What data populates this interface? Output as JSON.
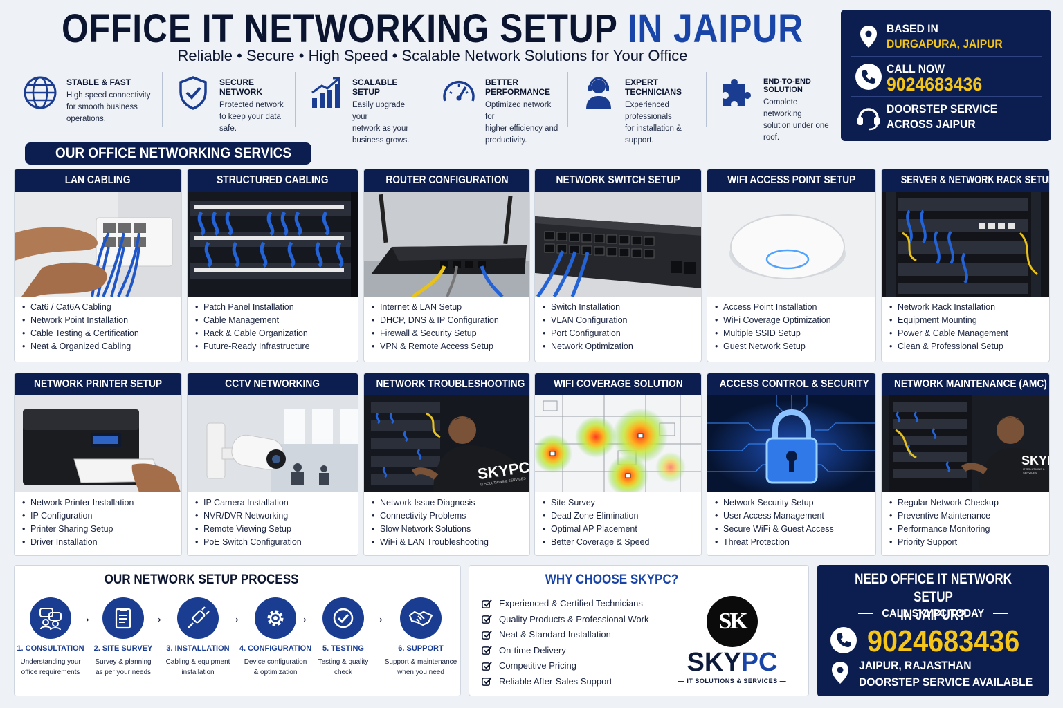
{
  "header": {
    "title_main": "OFFICE IT NETWORKING SETUP",
    "title_highlight": "IN JAIPUR",
    "subtitle": "Reliable • Secure • High Speed • Scalable Network Solutions for Your Office"
  },
  "features": [
    {
      "icon": "globe-icon",
      "title": "STABLE & FAST",
      "desc": [
        "High speed connectivity",
        "for smooth business",
        "operations."
      ]
    },
    {
      "icon": "shield-check-icon",
      "title": "SECURE NETWORK",
      "desc": [
        "Protected network",
        "to keep your data",
        "safe."
      ]
    },
    {
      "icon": "growth-chart-icon",
      "title": "SCALABLE SETUP",
      "desc": [
        "Easily upgrade your",
        "network as your",
        "business grows."
      ]
    },
    {
      "icon": "speedometer-icon",
      "title": "BETTER PERFORMANCE",
      "desc": [
        "Optimized network for",
        "higher efficiency and",
        "productivity."
      ]
    },
    {
      "icon": "technician-headset-icon",
      "title": "EXPERT TECHNICIANS",
      "desc": [
        "Experienced professionals",
        "for installation &",
        "support."
      ]
    },
    {
      "icon": "puzzle-icon",
      "title": "END-TO-END SOLUTION",
      "desc": [
        "Complete networking",
        "solution under one",
        "roof."
      ]
    }
  ],
  "contact": {
    "based_label": "BASED IN",
    "based_value": "DURGAPURA, JAIPUR",
    "call_label": "CALL NOW",
    "call_value": "9024683436",
    "doorstep_line1": "DOORSTEP SERVICE",
    "doorstep_line2": "ACROSS JAIPUR"
  },
  "services_heading": "OUR OFFICE NETWORKING SERVICS",
  "services": [
    {
      "title": "LAN CABLING",
      "items": [
        "Cat6 / Cat6A Cabling",
        "Network Point Installation",
        "Cable Testing & Certification",
        "Neat & Organized Cabling"
      ]
    },
    {
      "title": "STRUCTURED CABLING",
      "items": [
        "Patch Panel Installation",
        "Cable Management",
        "Rack & Cable Organization",
        "Future-Ready Infrastructure"
      ]
    },
    {
      "title": "ROUTER CONFIGURATION",
      "items": [
        "Internet & LAN Setup",
        "DHCP, DNS & IP Configuration",
        "Firewall & Security Setup",
        "VPN & Remote Access Setup"
      ]
    },
    {
      "title": "NETWORK SWITCH SETUP",
      "items": [
        "Switch Installation",
        "VLAN Configuration",
        "Port Configuration",
        "Network Optimization"
      ]
    },
    {
      "title": "WIFI ACCESS POINT SETUP",
      "items": [
        "Access Point Installation",
        "WiFi Coverage Optimization",
        "Multiple SSID Setup",
        "Guest Network Setup"
      ]
    },
    {
      "title": "SERVER & NETWORK RACK SETUP",
      "items": [
        "Network Rack Installation",
        "Equipment Mounting",
        "Power & Cable Management",
        "Clean & Professional Setup"
      ]
    },
    {
      "title": "NETWORK PRINTER SETUP",
      "items": [
        "Network Printer Installation",
        "IP Configuration",
        "Printer Sharing Setup",
        "Driver Installation"
      ]
    },
    {
      "title": "CCTV NETWORKING",
      "items": [
        "IP Camera Installation",
        "NVR/DVR Networking",
        "Remote Viewing Setup",
        "PoE Switch Configuration"
      ]
    },
    {
      "title": "NETWORK TROUBLESHOOTING",
      "items": [
        "Network Issue Diagnosis",
        "Connectivity Problems",
        "Slow Network Solutions",
        "WiFi & LAN Troubleshooting"
      ]
    },
    {
      "title": "WIFI COVERAGE SOLUTION",
      "items": [
        "Site Survey",
        "Dead Zone Elimination",
        "Optimal AP Placement",
        "Better Coverage & Speed"
      ]
    },
    {
      "title": "ACCESS CONTROL & SECURITY",
      "items": [
        "Network Security Setup",
        "User Access Management",
        "Secure WiFi & Guest Access",
        "Threat Protection"
      ]
    },
    {
      "title": "NETWORK MAINTENANCE (AMC)",
      "items": [
        "Regular Network Checkup",
        "Preventive Maintenance",
        "Performance Monitoring",
        "Priority Support"
      ]
    }
  ],
  "photo_text": {
    "troubleshoot_brand": "SKYPC",
    "troubleshoot_tag": "IT SOLUTIONS & SERVICES",
    "maintenance_brand": "SKYPC",
    "maintenance_tag": "IT SOLUTIONS & SERVICES"
  },
  "process": {
    "title": "OUR NETWORK SETUP PROCESS",
    "steps": [
      {
        "label": "1. CONSULTATION",
        "desc": [
          "Understanding your",
          "office requirements"
        ],
        "icon": "consultation-icon"
      },
      {
        "label": "2. SITE SURVEY",
        "desc": [
          "Survey & planning",
          "as per your needs"
        ],
        "icon": "clipboard-icon"
      },
      {
        "label": "3. INSTALLATION",
        "desc": [
          "Cabling & equipment",
          "installation"
        ],
        "icon": "cable-plug-icon"
      },
      {
        "label": "4. CONFIGURATION",
        "desc": [
          "Device configuration",
          "& optimization"
        ],
        "icon": "gear-icon"
      },
      {
        "label": "5. TESTING",
        "desc": [
          "Testing & quality",
          "check"
        ],
        "icon": "check-icon"
      },
      {
        "label": "6. SUPPORT",
        "desc": [
          "Support & maintenance",
          "when you need"
        ],
        "icon": "handshake-icon"
      }
    ]
  },
  "why": {
    "title": "WHY CHOOSE SKYPC?",
    "items": [
      "Experienced & Certified Technicians",
      "Quality Products & Professional Work",
      "Neat & Standard Installation",
      "On-time Delivery",
      "Competitive Pricing",
      "Reliable After-Sales Support"
    ],
    "logo_initials": "SK",
    "logo_name_a": "SKY",
    "logo_name_b": "PC",
    "logo_tagline": "IT SOLUTIONS & SERVICES"
  },
  "cta": {
    "question_line1": "NEED OFFICE IT NETWORK SETUP",
    "question_line2": "IN JAIPUR?",
    "call_today": "CALL SKYPC TODAY",
    "phone": "9024683436",
    "location_line1": "JAIPUR, RAJASTHAN",
    "location_line2": "DOORSTEP SERVICE AVAILABLE"
  },
  "colors": {
    "navy": "#0c1d4f",
    "accent_blue": "#1a45a8",
    "yellow": "#f5c518"
  }
}
